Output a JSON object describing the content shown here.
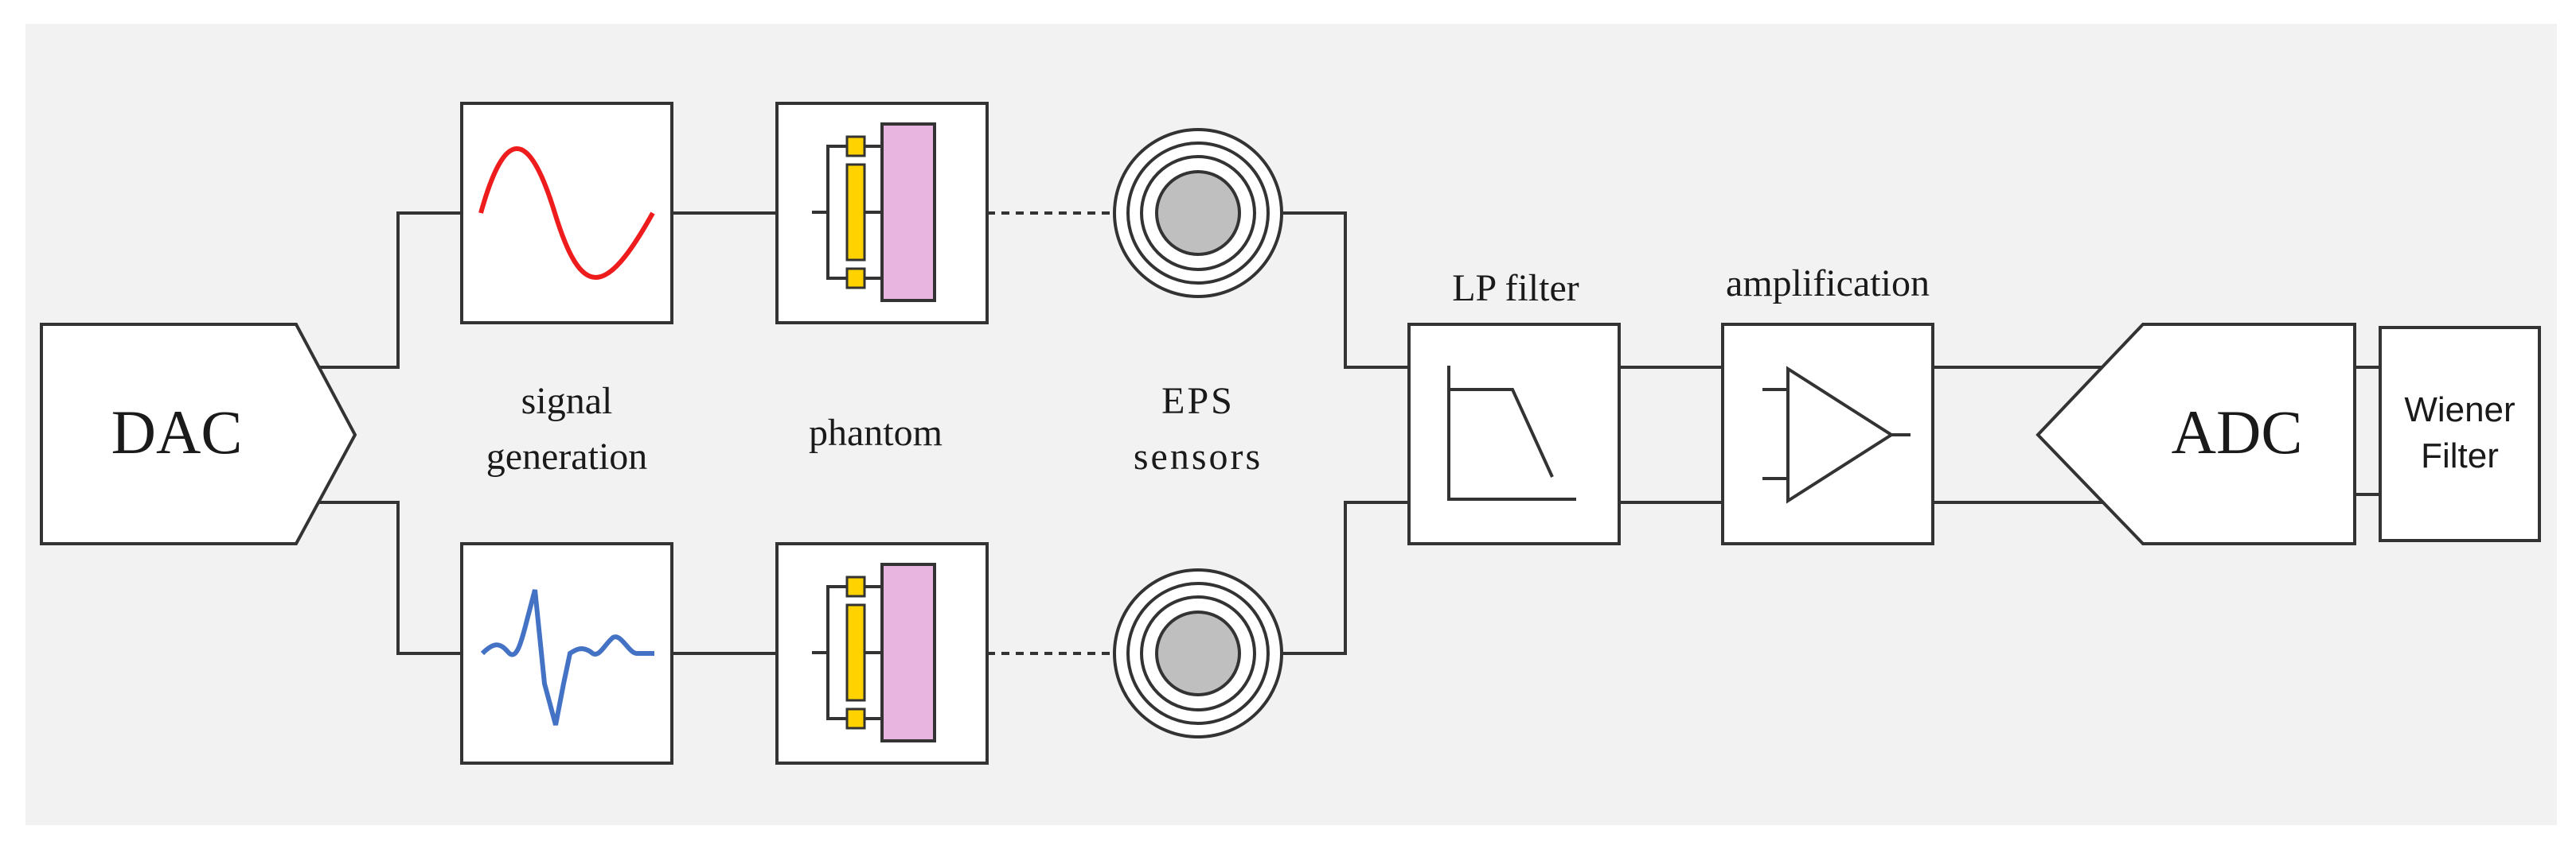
{
  "colors": {
    "background": "#f2f2f2",
    "box_fill": "#ffffff",
    "stroke": "#333333",
    "sine_wave": "#ee1c1c",
    "pulse_wave": "#4472c4",
    "electrode_yellow": "#ffd200",
    "phantom_pink": "#e8b4e0",
    "sensor_core": "#bfbfbf"
  },
  "blocks": {
    "dac": "DAC",
    "adc": "ADC",
    "signal_generation": [
      "signal",
      "generation"
    ],
    "phantom": "phantom",
    "eps_sensors": [
      "EPS",
      "sensors"
    ],
    "lp_filter": "LP filter",
    "amplification": "amplification",
    "wiener_filter": [
      "Wiener",
      "Filter"
    ]
  },
  "icons": {
    "generator_top": "sine-wave-icon",
    "generator_bottom": "pulse-wave-icon",
    "phantom": "electrode-phantom-icon",
    "sensor": "concentric-sensor-icon",
    "filter": "lowpass-response-icon",
    "amplifier": "amplifier-triangle-icon"
  }
}
